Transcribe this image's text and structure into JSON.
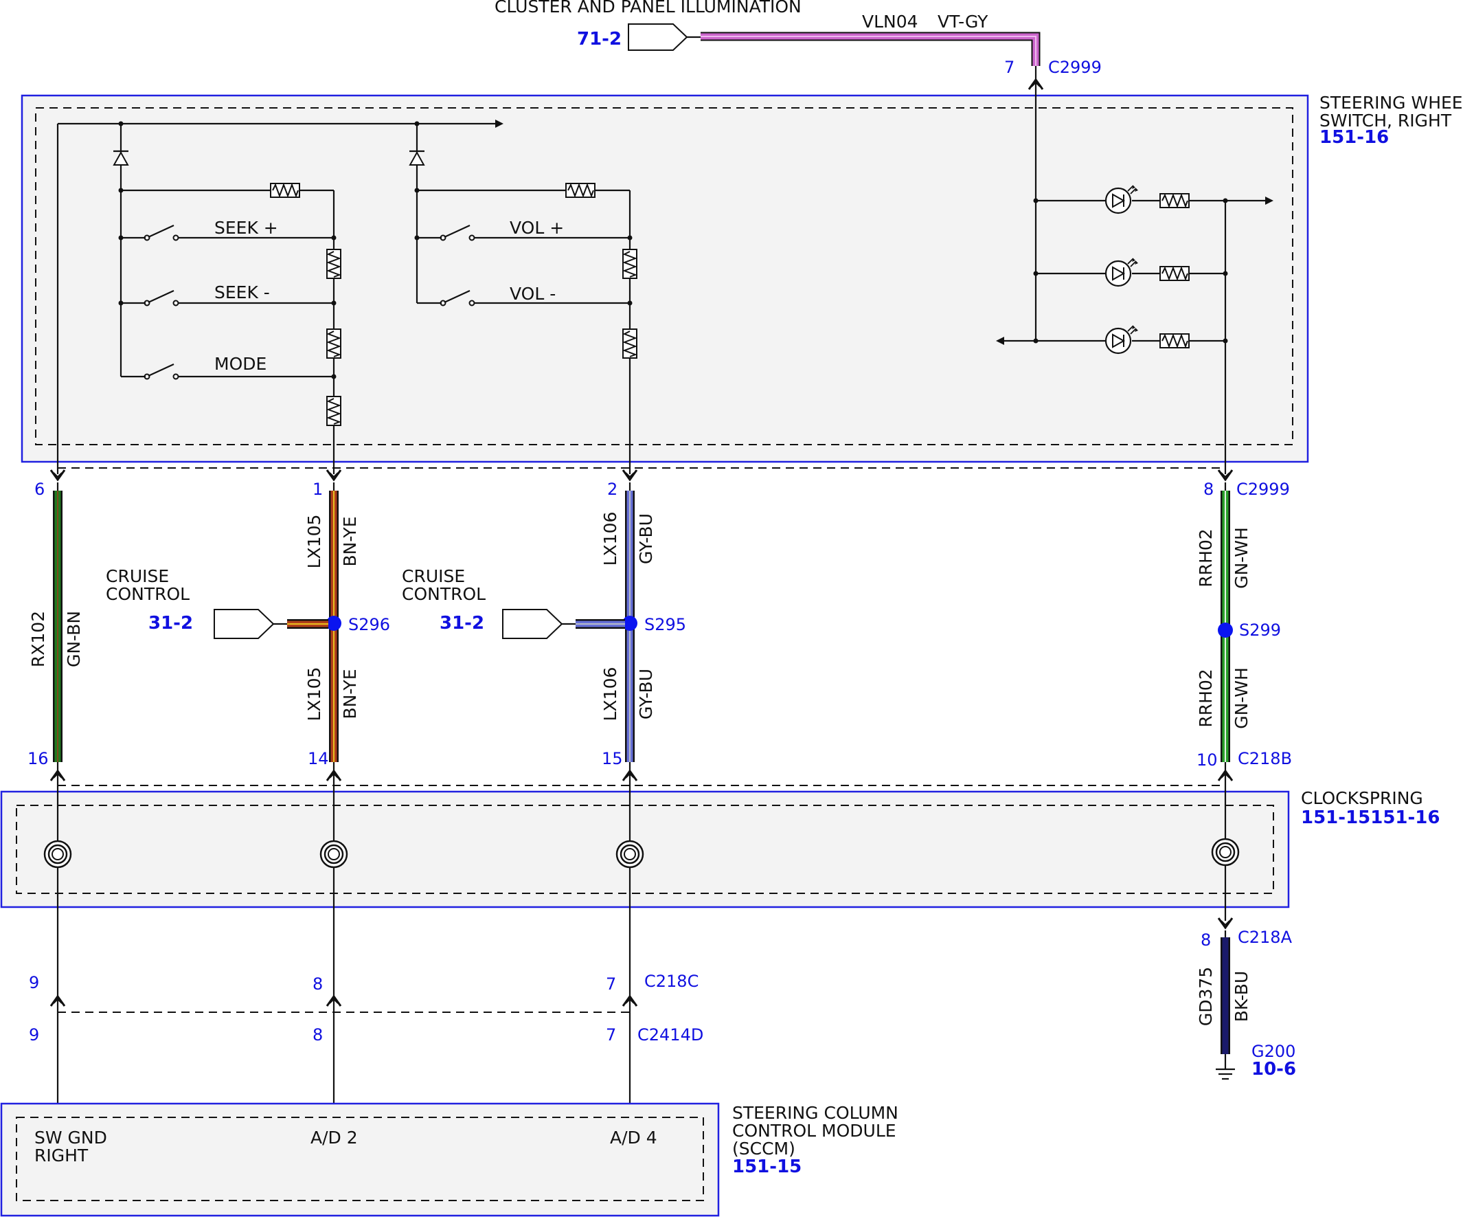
{
  "colors": {
    "page_ref": "#1010e0",
    "component_border": "#2020e0",
    "component_fill": "#f3f3f3",
    "splice_dot": "#0a14f0",
    "wire_VT-GY": "#cc66cc",
    "wire_GN-BN": "#1f7a1f",
    "wire_BN-YE": "#b0401a",
    "wire_GY-BU": "#6670d6",
    "wire_GN-WH": "#2aa02a",
    "wire_BK-BU": "#1a1a6a"
  },
  "top_feed": {
    "title": "CLUSTER AND PANEL ILLUMINATION",
    "page_ref": "71-2",
    "circuit": "VLN04",
    "wire_color": "VT-GY",
    "pin": "7",
    "connector": "C2999"
  },
  "steering_wheel_switch": {
    "label_line1": "STEERING WHEEL",
    "label_line2": "SWITCH, RIGHT",
    "page_ref": "151-16",
    "switches": [
      "SEEK +",
      "SEEK -",
      "MODE",
      "VOL +",
      "VOL -"
    ]
  },
  "wires": {
    "rx102": {
      "top_pin": "6",
      "bottom_pin": "16",
      "circuit": "RX102",
      "color": "GN-BN"
    },
    "lx105": {
      "top_pin": "1",
      "bottom_pin": "14",
      "circuit_top": "LX105",
      "color_top": "BN-YE",
      "circuit_bottom": "LX105",
      "color_bottom": "BN-YE",
      "splice": "S296"
    },
    "lx106": {
      "top_pin": "2",
      "bottom_pin": "15",
      "circuit_top": "LX106",
      "color_top": "GY-BU",
      "circuit_bottom": "LX106",
      "color_bottom": "GY-BU",
      "splice": "S295"
    },
    "rrh02": {
      "top_pin": "8",
      "top_connector": "C2999",
      "bottom_pin": "10",
      "bottom_connector": "C218B",
      "circuit_top": "RRH02",
      "color_top": "GN-WH",
      "circuit_bottom": "RRH02",
      "color_bottom": "GN-WH",
      "splice": "S299"
    }
  },
  "cruise_left": {
    "line1": "CRUISE",
    "line2": "CONTROL",
    "page_ref": "31-2"
  },
  "cruise_right": {
    "line1": "CRUISE",
    "line2": "CONTROL",
    "page_ref": "31-2"
  },
  "clockspring": {
    "label": "CLOCKSPRING",
    "page_ref": "151-15151-16"
  },
  "lower_connectors": {
    "c218c": {
      "connector": "C218C",
      "pins": [
        "9",
        "8",
        "7"
      ]
    },
    "c2414d": {
      "connector": "C2414D",
      "pins": [
        "9",
        "8",
        "7"
      ]
    }
  },
  "ground_wire": {
    "pin": "8",
    "connector": "C218A",
    "circuit": "GD375",
    "color": "BK-BU",
    "ground": "G200",
    "page_ref": "10-6"
  },
  "sccm": {
    "label_line1": "STEERING COLUMN",
    "label_line2": "CONTROL MODULE",
    "label_line3": "(SCCM)",
    "page_ref": "151-15",
    "pin_sw_gnd_line1": "SW GND",
    "pin_sw_gnd_line2": "RIGHT",
    "pin_ad2": "A/D 2",
    "pin_ad4": "A/D 4"
  }
}
